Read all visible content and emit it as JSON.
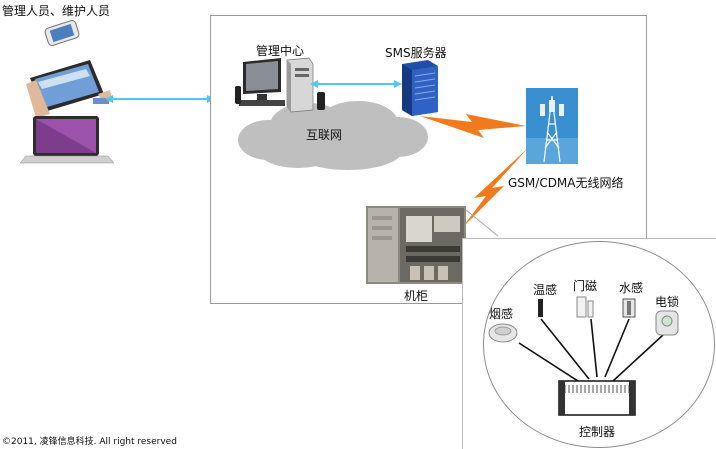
{
  "users": {
    "label": "管理人员、维护人员"
  },
  "center": {
    "label": "管理中心"
  },
  "sms": {
    "label": "SMS服务器"
  },
  "internet": {
    "label": "互联网"
  },
  "wireless": {
    "label": "GSM/CDMA无线网络"
  },
  "cabinet": {
    "label": "机柜"
  },
  "sensors": {
    "smoke": "烟感",
    "temperature": "温感",
    "door": "门磁",
    "water": "水感",
    "lock": "电锁",
    "controller": "控制器"
  },
  "footer": {
    "copyright": "©2011, 凌锋信息科技. All right reserved"
  },
  "colors": {
    "connector": "#55c6ee",
    "lightning": "#f07a1c",
    "cloud": "#bfbfbf",
    "rack": "#1f4fa8",
    "tower_sky": "#3a8fd0"
  }
}
